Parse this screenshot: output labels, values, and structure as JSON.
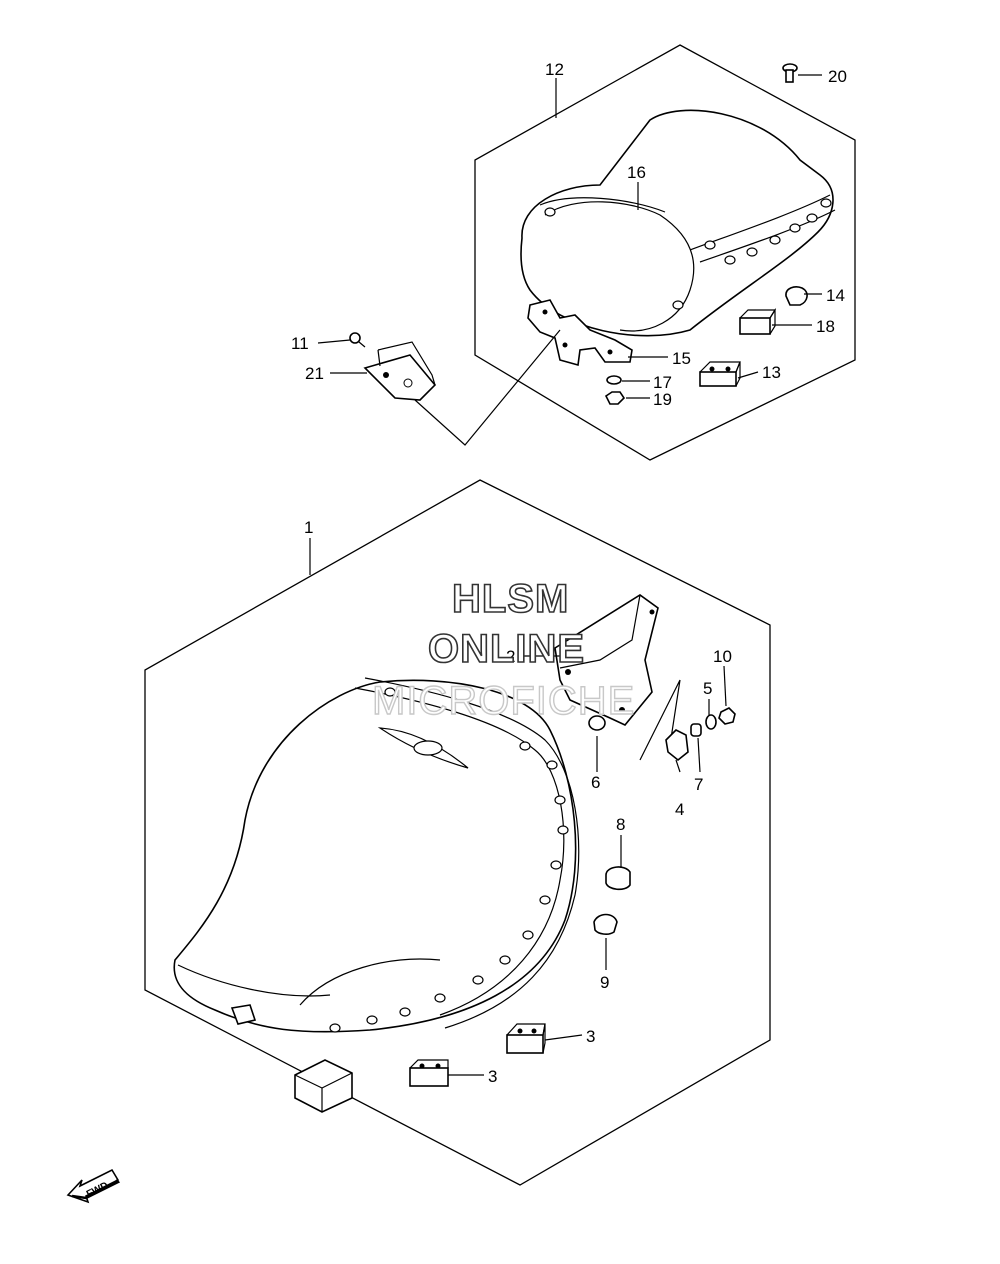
{
  "watermark": {
    "line1": "HLSM",
    "line2": "ONLINE",
    "line3": "MICROFICHE"
  },
  "fwd_label": "FWD",
  "callouts": {
    "c1": "1",
    "c2": "2",
    "c3a": "3",
    "c3b": "3",
    "c4": "4",
    "c5": "5",
    "c6": "6",
    "c7": "7",
    "c8": "8",
    "c9": "9",
    "c10": "10",
    "c11": "11",
    "c12": "12",
    "c13": "13",
    "c14": "14",
    "c15": "15",
    "c16": "16",
    "c17": "17",
    "c18": "18",
    "c19": "19",
    "c20": "20",
    "c21": "21"
  }
}
